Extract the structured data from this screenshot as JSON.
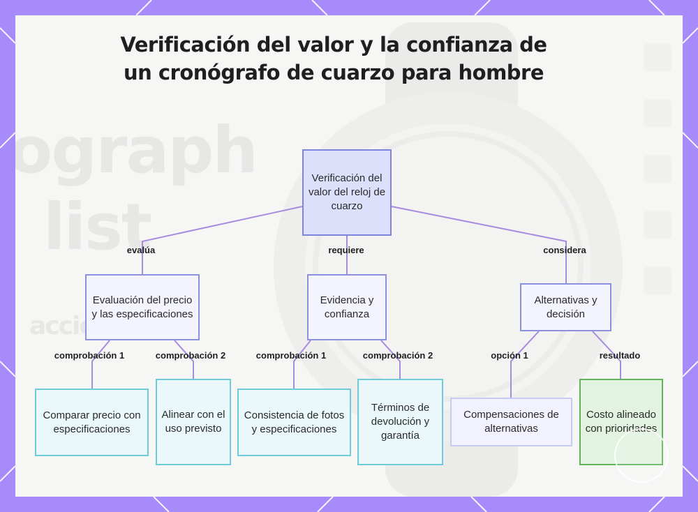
{
  "title": "Verificación del valor y la confianza de un cronógrafo de cuarzo para hombre",
  "background": {
    "watermark_lines": [
      "ograph",
      "list"
    ],
    "watermark_small": "acción"
  },
  "colors": {
    "frame": "#a78bfa",
    "connector": "#a78bde",
    "root_fill": "#dde0fb",
    "leaf_border": "#6ecbd9",
    "result_border": "#5fb45c"
  },
  "nodes": {
    "root": "Verificación del valor del reloj de cuarzo",
    "price": "Evaluación del precio y las especificaciones",
    "evidence": "Evidencia y confianza",
    "alternatives": "Alternativas y decisión",
    "compare": "Comparar precio con especificaciones",
    "align": "Alinear con el uso previsto",
    "consistency": "Consistencia de fotos y especificaciones",
    "terms": "Términos de devolución y garantía",
    "tradeoffs": "Compensaciones de alternativas",
    "cost": "Costo alineado con prioridades"
  },
  "edges": {
    "evalua": "evalúa",
    "requiere": "requiere",
    "considera": "considera",
    "price_check1": "comprobación 1",
    "price_check2": "comprobación 2",
    "evid_check1": "comprobación 1",
    "evid_check2": "comprobación 2",
    "opcion1": "opción 1",
    "resultado": "resultado"
  }
}
